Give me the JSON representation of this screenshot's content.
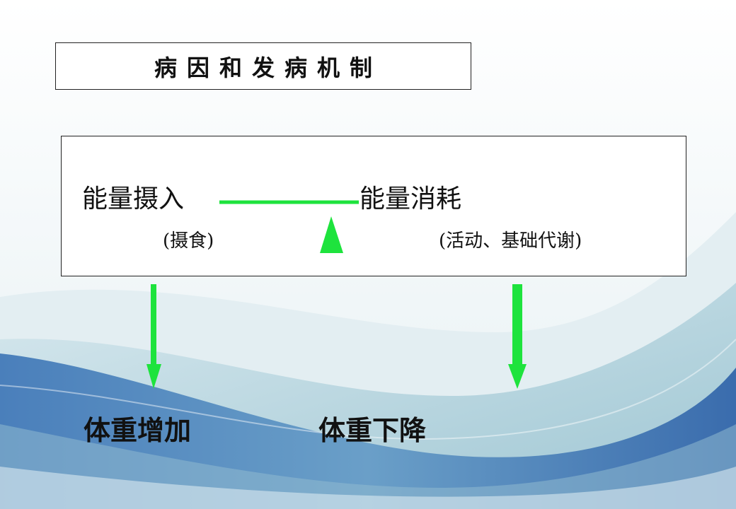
{
  "title": "病因和发病机制",
  "balance": {
    "left_label": "能量摄入",
    "left_note": "(摄食)",
    "right_label": "能量消耗",
    "right_note": "(活动、基础代谢)"
  },
  "outcomes": {
    "left": "体重增加",
    "right": "体重下降"
  },
  "colors": {
    "accent_green": "#1ee33d",
    "wave_dark": "#3d6fae",
    "wave_light": "#cfe3ea"
  }
}
